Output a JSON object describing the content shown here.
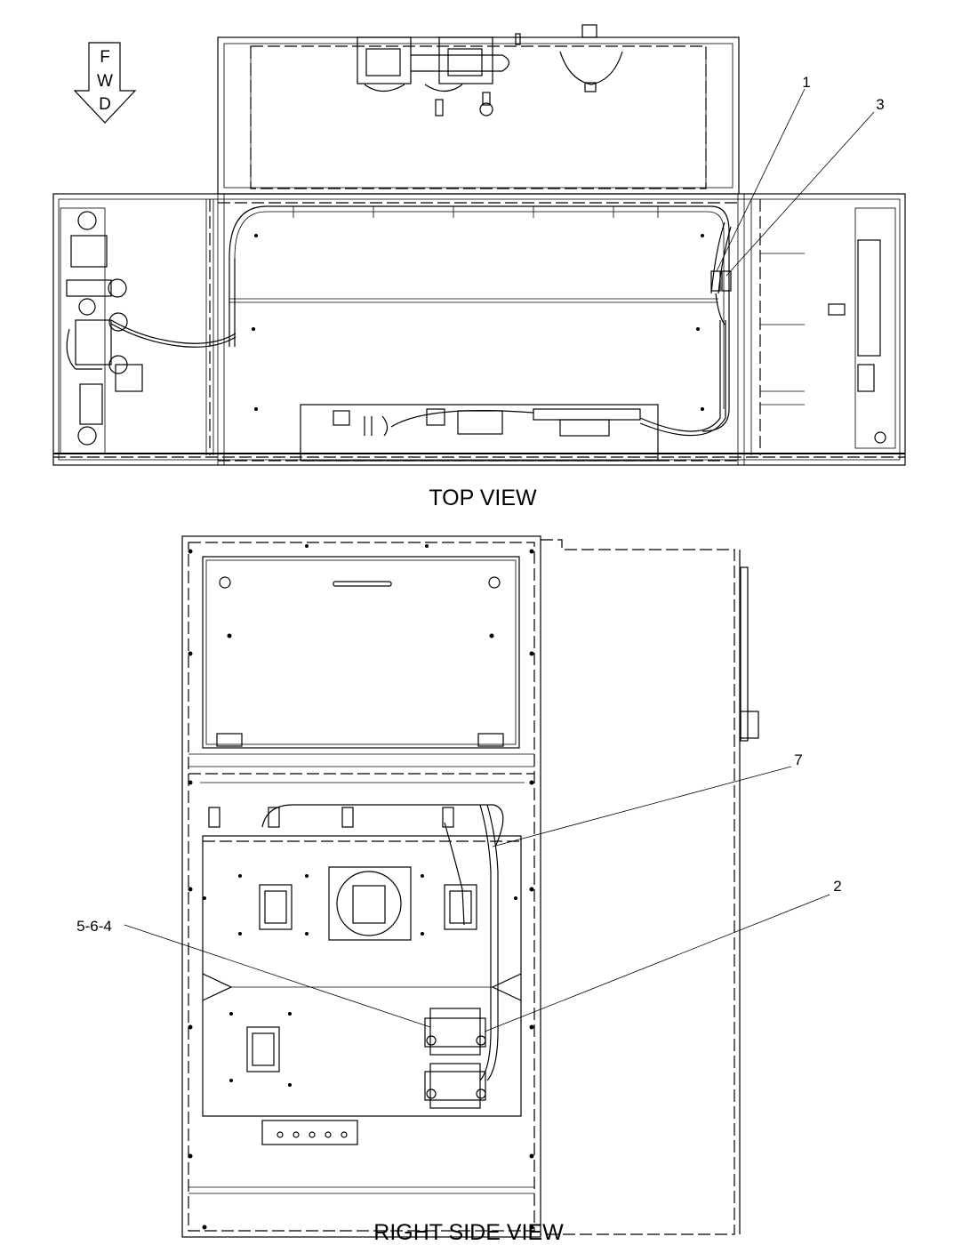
{
  "direction_arrow": {
    "letters": [
      "F",
      "W",
      "D"
    ]
  },
  "views": {
    "top": {
      "label": "TOP VIEW"
    },
    "right_side": {
      "label": "RIGHT SIDE VIEW"
    }
  },
  "callouts": {
    "c1": "1",
    "c3": "3",
    "c7": "7",
    "c2": "2",
    "c564": "5-6-4"
  }
}
